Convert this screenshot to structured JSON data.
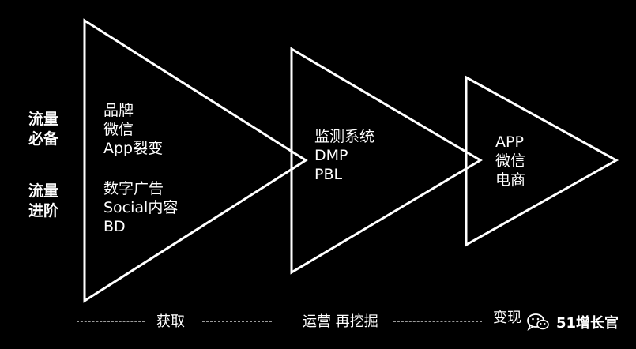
{
  "side_labels": {
    "top": [
      "流量",
      "必备"
    ],
    "bottom": [
      "流量",
      "进阶"
    ]
  },
  "triangles": [
    {
      "lines_top": [
        "品牌",
        "微信",
        "App裂变"
      ],
      "lines_bottom": [
        "数字广告",
        "Social内容",
        "BD"
      ]
    },
    {
      "lines": [
        "监测系统",
        "DMP",
        "PBL"
      ]
    },
    {
      "lines": [
        "APP",
        "微信",
        "电商"
      ]
    }
  ],
  "stages": [
    "获取",
    "运营 再挖掘",
    "变现"
  ],
  "watermark": {
    "text": "51增长官",
    "icon": "wechat-logo-icon"
  },
  "colors": {
    "background": "#000000",
    "stroke": "#ffffff",
    "text": "#ffffff",
    "dash": "#9a9a9a"
  }
}
